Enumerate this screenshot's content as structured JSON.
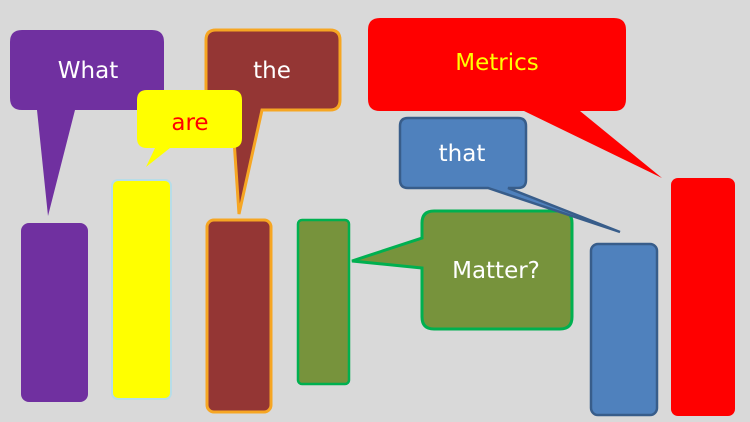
{
  "words": {
    "what": "What",
    "are": "are",
    "the": "the",
    "metrics": "Metrics",
    "that": "that",
    "matter": "Matter?"
  },
  "colors": {
    "background": "#d9d9d9",
    "purple": "#7030a0",
    "yellow": "#ffff00",
    "brown": "#943634",
    "olive": "#77933c",
    "blue": "#4f81bd",
    "red": "#ff0000",
    "white_text": "#ffffff",
    "red_text": "#ff0000",
    "yellow_text": "#ffff00"
  }
}
